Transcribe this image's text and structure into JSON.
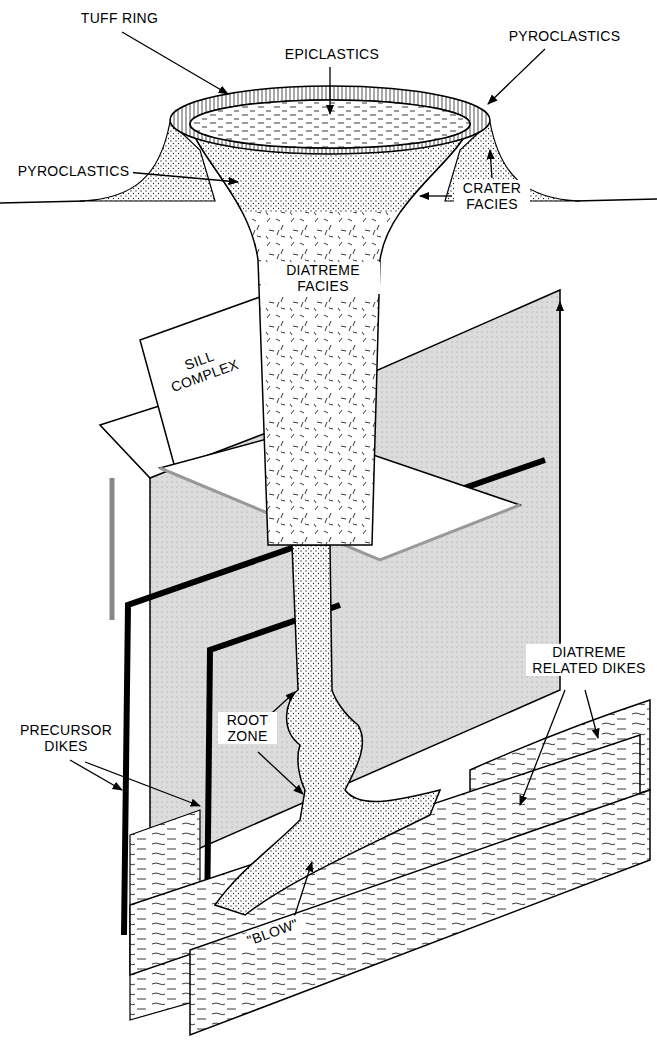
{
  "diagram": {
    "labels": [
      "TUFF RING",
      "EPICLASTICS",
      "PYROCLASTICS",
      "PYROCLASTICS",
      "CRATER FACIES",
      "DIATREME FACIES",
      "SILL COMPLEX",
      "PRECURSOR DIKES",
      "ROOT ZONE",
      "\"BLOW\"",
      "DIATREME RELATED DIKES"
    ]
  }
}
